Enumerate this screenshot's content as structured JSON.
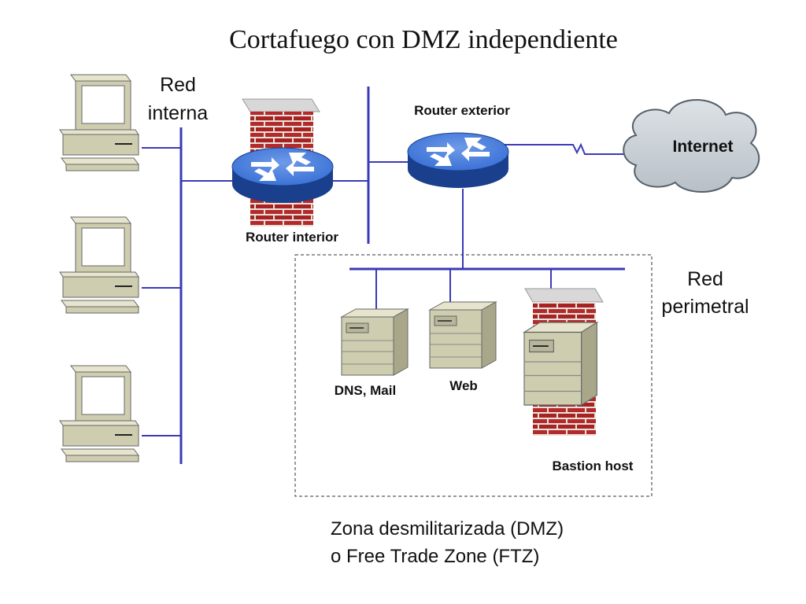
{
  "title": "Cortafuego con DMZ independiente",
  "labels": {
    "red_interna_line1": "Red",
    "red_interna_line2": "interna",
    "router_exterior": "Router exterior",
    "router_interior": "Router interior",
    "internet": "Internet",
    "red_perimetral_line1": "Red",
    "red_perimetral_line2": "perimetral",
    "dns_mail": "DNS, Mail",
    "web": "Web",
    "bastion_host": "Bastion host",
    "dmz_line1": "Zona desmilitarizada (DMZ)",
    "dmz_line2": "o Free Trade Zone (FTZ)"
  },
  "colors": {
    "network_line": "#3a3ab8",
    "router_blue": "#3a72d6",
    "router_dark": "#1a3f8c",
    "brick_red": "#b42a2a",
    "cloud_fill": "#c9d0d6",
    "computer_beige": "#cfcdb0"
  },
  "icons": {
    "computer": "computer-icon",
    "router": "router-icon",
    "firewall": "brick-wall-icon",
    "server": "server-tower-icon",
    "cloud": "cloud-icon"
  }
}
